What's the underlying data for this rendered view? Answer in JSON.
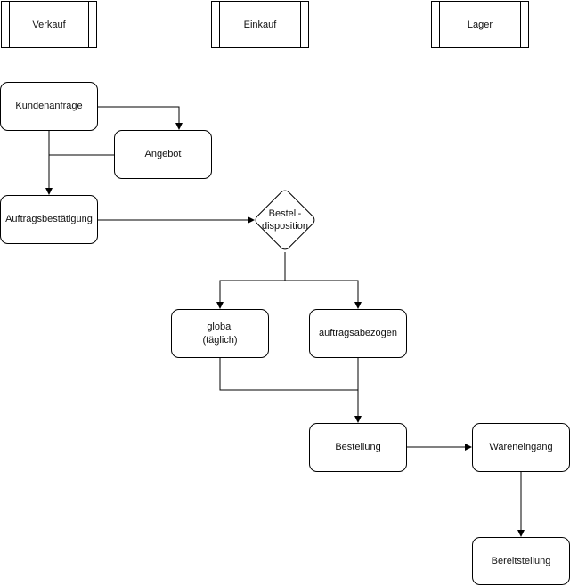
{
  "lanes": {
    "verkauf": "Verkauf",
    "einkauf": "Einkauf",
    "lager": "Lager"
  },
  "nodes": {
    "kundenanfrage": "Kundenanfrage",
    "angebot": "Angebot",
    "auftragsbestaetigung": "Auftragsbestätigung",
    "bestelldisposition": "Bestell-\ndisposition",
    "global": "global\n(täglich)",
    "auftragsabezogen": "auftragsabezogen",
    "bestellung": "Bestellung",
    "wareneingang": "Wareneingang",
    "bereitstellung": "Bereitstellung"
  }
}
